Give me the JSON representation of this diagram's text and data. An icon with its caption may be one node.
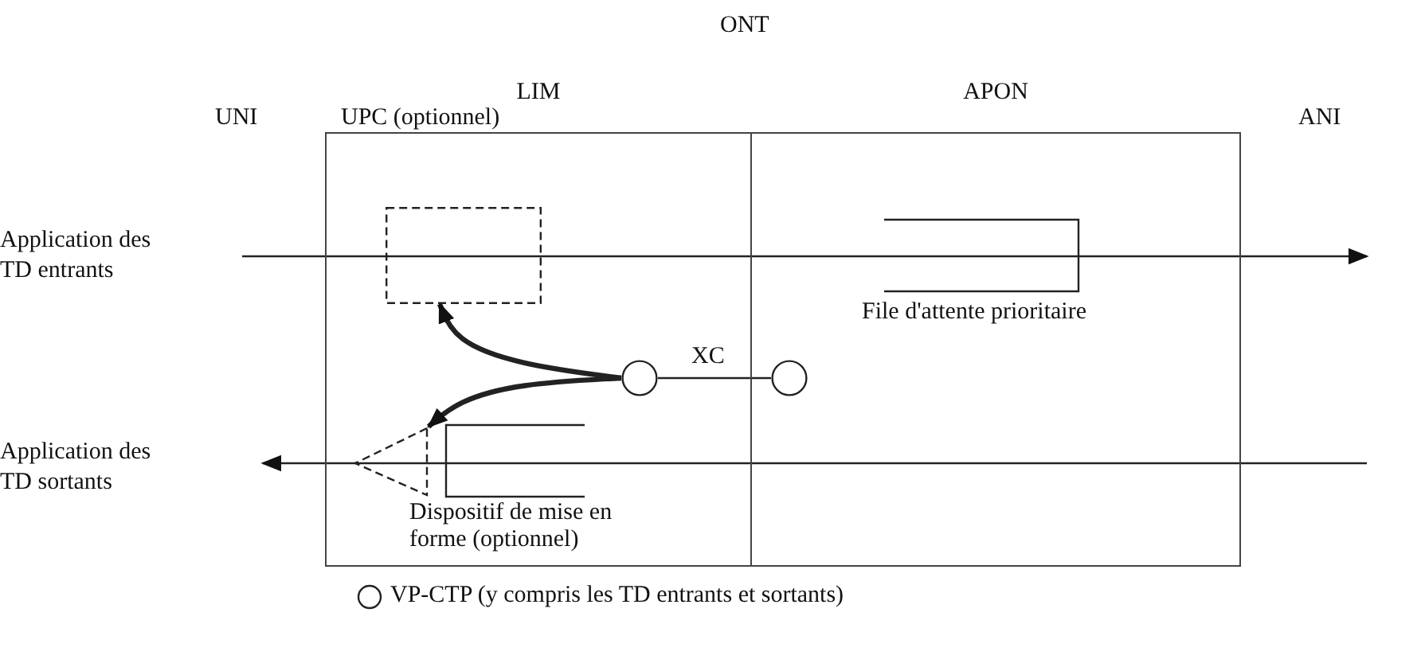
{
  "diagram": {
    "nodes": [
      {
        "text": [
          "LIM"
        ]
      },
      {
        "text": [
          "APON"
        ]
      },
      {
        "text": [],
        "shape": "box",
        "in": 0,
        "beside": [
          "UPC (optionnel)"
        ]
      },
      {
        "text": [],
        "shape": "circle",
        "in": 0
      },
      {
        "text": [],
        "shape": "circle",
        "in": 1
      },
      {
        "text": [],
        "shape": "triangle",
        "in": 0,
        "beside": [
          "Dispositif de mise en forme (optionnel)"
        ]
      },
      {
        "text": [
          "Application des TD entrants"
        ]
      },
      {
        "text": [
          "Application des TD sortants"
        ]
      }
    ],
    "edges": [
      {
        "from": 6,
        "to": null,
        "arrow": "to"
      },
      {
        "from": null,
        "to": 7,
        "arrow": "to"
      },
      {
        "from": 3,
        "to": 2,
        "arrow": "to",
        "style": "thick"
      },
      {
        "from": 3,
        "to": 5,
        "arrow": "to",
        "style": "thick"
      },
      {
        "from": 3,
        "to": 4,
        "arrow": "none",
        "label": "XC"
      }
    ],
    "labels": [
      "ONT",
      "UNI",
      "ANI",
      "File d'attente prioritaire"
    ],
    "legend": [
      {
        "text": "VP-CTP (y compris les TD entrants et sortants)"
      }
    ]
  }
}
